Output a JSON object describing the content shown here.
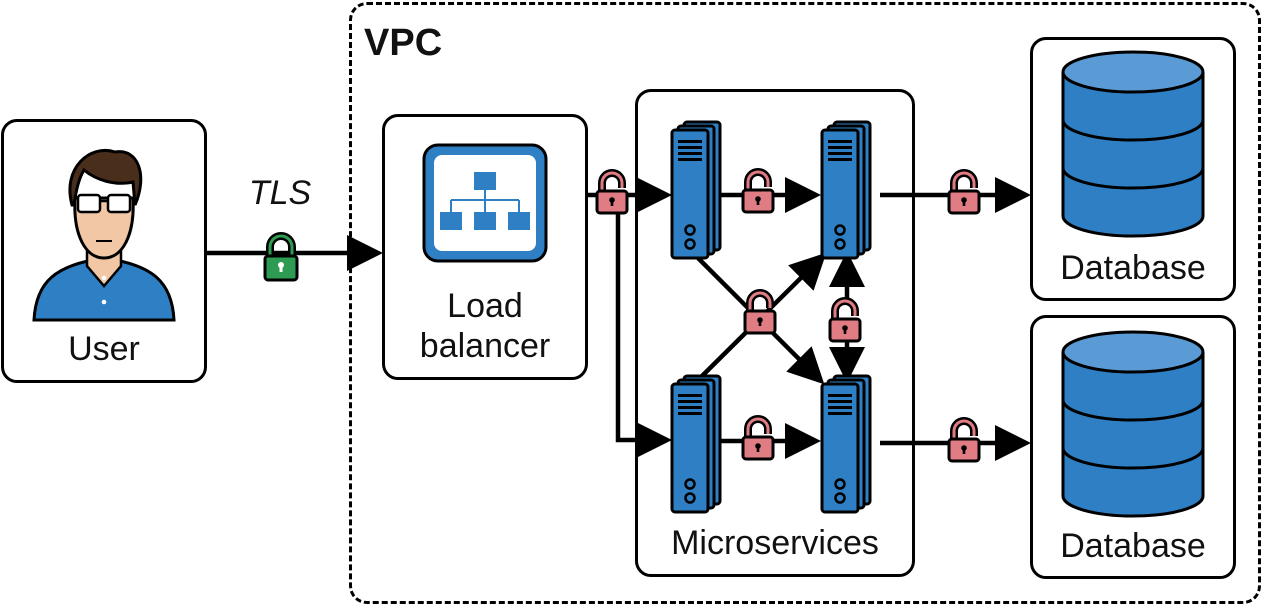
{
  "diagram": {
    "vpc_label": "VPC",
    "user_label": "User",
    "tls_label": "TLS",
    "lb_label_line1": "Load",
    "lb_label_line2": "balancer",
    "microservices_label": "Microservices",
    "db_top_label": "Database",
    "db_bottom_label": "Database"
  },
  "colors": {
    "server_blue": "#2f7fc4",
    "db_blue": "#2f7fc4",
    "lock_green": "#2e9b52",
    "lock_red": "#e07c84",
    "skin": "#f1c7a6",
    "hair": "#4a2e1c",
    "shirt": "#2f7fc4"
  }
}
